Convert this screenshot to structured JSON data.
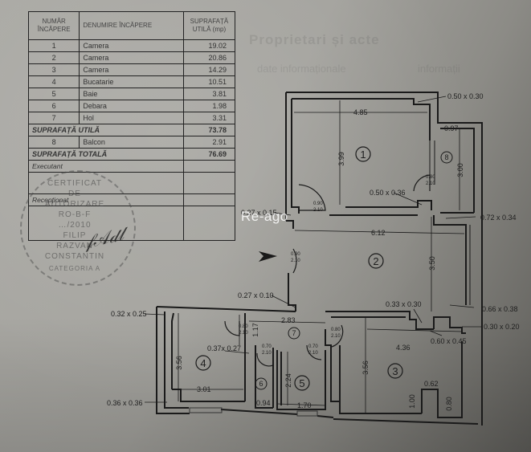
{
  "legend_table": {
    "headers": {
      "number": "NUMĂR ÎNCĂPERE",
      "name": "DENUMIRE ÎNCĂPERE",
      "area": "SUPRAFAȚĂ UTILĂ (mp)"
    },
    "rooms": [
      {
        "number": "1",
        "name": "Camera",
        "area": "19.02"
      },
      {
        "number": "2",
        "name": "Camera",
        "area": "20.86"
      },
      {
        "number": "3",
        "name": "Camera",
        "area": "14.29"
      },
      {
        "number": "4",
        "name": "Bucatarie",
        "area": "10.51"
      },
      {
        "number": "5",
        "name": "Baie",
        "area": "3.81"
      },
      {
        "number": "6",
        "name": "Debara",
        "area": "1.98"
      },
      {
        "number": "7",
        "name": "Hol",
        "area": "3.31"
      }
    ],
    "useful_area_label": "SUPRAFAȚĂ UTILĂ",
    "useful_area_value": "73.78",
    "balcony": {
      "number": "8",
      "name": "Balcon",
      "area": "2.91"
    },
    "total_area_label": "SUPRAFAȚĂ TOTALĂ",
    "total_area_value": "76.69",
    "executant_label": "Executant",
    "receptionat_label": "Recepționat"
  },
  "stamp": {
    "lines": [
      "CERTIFICAT",
      "DE",
      "AUTORIZARE",
      "RO-B-F",
      "…/2010",
      "FILIP",
      "RAZVAN",
      "CONSTANTIN"
    ],
    "ring_text": "CATEGORIA A"
  },
  "background_ghost_text": {
    "line1": "Proprietari și acte",
    "line2a": "date informaționale",
    "line2b": "informații"
  },
  "watermark": "Re-ago",
  "floor_plan": {
    "rooms": [
      {
        "id": "1",
        "label": "1"
      },
      {
        "id": "2",
        "label": "2"
      },
      {
        "id": "3",
        "label": "3"
      },
      {
        "id": "4",
        "label": "4"
      },
      {
        "id": "5",
        "label": "5"
      },
      {
        "id": "6",
        "label": "6"
      },
      {
        "id": "7",
        "label": "7"
      },
      {
        "id": "8",
        "label": "8"
      }
    ],
    "dimensions": {
      "room1_width": "4.85",
      "room1_height": "3.99",
      "balcony_width": "0.97",
      "balcony_height": "3.00",
      "room2_width": "6.12",
      "room2_height": "3.50",
      "hall_width": "2.83",
      "hall_height": "1.17",
      "room3_width": "4.36",
      "room3_height": "3.56",
      "room3_notch_width": "0.62",
      "room3_notch_h1": "1.00",
      "room3_notch_h2": "0.80",
      "room4_width": "3.01",
      "room4_height": "3.56",
      "room5_width": "1.70",
      "room5_height": "2.24",
      "room6_width": "0.94"
    },
    "pillars": {
      "p_top_right": "0.50 x 0.30",
      "p_room1_bottom": "0.50 x 0.36",
      "p_entry_top": "0.27 x 0.15",
      "p_right_mid": "0.72 x 0.34",
      "p_entry_bottom": "0.27 x 0.10",
      "p_room3_top": "0.33 x 0.30",
      "p_right_lower": "0.66 x 0.38",
      "p_right_lower2": "0.30 x 0.20",
      "p_room3_corner": "0.60 x 0.45",
      "p_room4_top": "0.32 x 0.25",
      "p_room4_side": "0.37x 0.27",
      "p_room4_bottom": "0.36 x 0.36"
    },
    "doors": {
      "room1_door": {
        "w": "0.90",
        "h": "2.10"
      },
      "balcony_door": {
        "w": "0.80",
        "h": "2.10"
      },
      "entry_door": {
        "w": "0.90",
        "h": "2.10"
      },
      "kitchen_door": {
        "w": "0.80",
        "h": "2.10"
      },
      "storage_door": {
        "w": "0.70",
        "h": "2.10"
      },
      "bath_door": {
        "w": "0.70",
        "h": "2.10"
      },
      "room3_door": {
        "w": "0.80",
        "h": "2.10"
      }
    }
  }
}
